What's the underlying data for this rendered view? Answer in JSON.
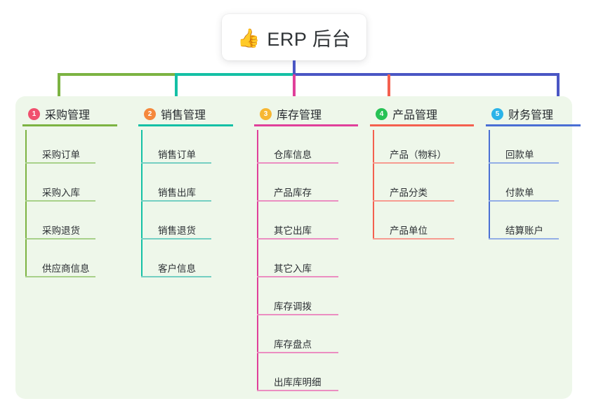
{
  "root": {
    "icon": "thumbs-up-emoji",
    "icon_glyph": "👍",
    "title": "ERP 后台"
  },
  "palette": {
    "panel_background": "#eef7ea",
    "page_background": "#ffffff",
    "text": "#2c3034",
    "bus_left": "#7cb342",
    "bus_mid": "#14c0a5",
    "bus_right": "#4a56c4",
    "stem": "#4a56c4"
  },
  "columns": [
    {
      "index": "1",
      "title": "采购管理",
      "badge_color": "#f0506e",
      "accent": "#7cb342",
      "accent_light": "#a8d18a",
      "drop_color": "#7cb342",
      "items": [
        "采购订单",
        "采购入库",
        "采购退货",
        "供应商信息"
      ]
    },
    {
      "index": "2",
      "title": "销售管理",
      "badge_color": "#f5883c",
      "accent": "#14c0a5",
      "accent_light": "#74cfc2",
      "drop_color": "#14c0a5",
      "items": [
        "销售订单",
        "销售出库",
        "销售退货",
        "客户信息"
      ]
    },
    {
      "index": "3",
      "title": "库存管理",
      "badge_color": "#f7b733",
      "accent": "#e0409a",
      "accent_light": "#eb8ec1",
      "drop_color": "#e0409a",
      "items": [
        "仓库信息",
        "产品库存",
        "其它出库",
        "其它入库",
        "库存调拨",
        "库存盘点",
        "出库库明细"
      ]
    },
    {
      "index": "4",
      "title": "产品管理",
      "badge_color": "#27c255",
      "accent": "#f4604f",
      "accent_light": "#f79b90",
      "drop_color": "#f4604f",
      "items": [
        "产品（物料）",
        "产品分类",
        "产品单位"
      ]
    },
    {
      "index": "5",
      "title": "财务管理",
      "badge_color": "#2bb3e8",
      "accent": "#4a6fd4",
      "accent_light": "#93aee6",
      "drop_color": "#4a56c4",
      "items": [
        "回款单",
        "付款单",
        "结算账户"
      ]
    }
  ]
}
